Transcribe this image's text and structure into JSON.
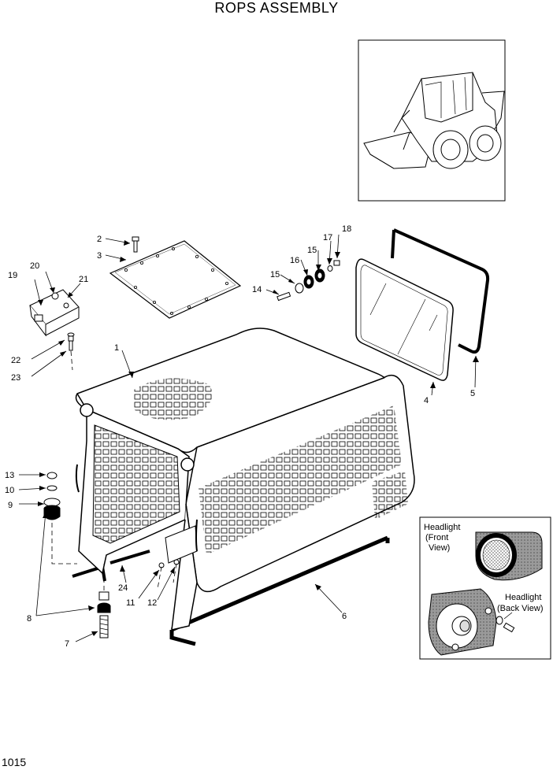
{
  "title": "ROPS ASSEMBLY",
  "page_number": "1015",
  "callouts": {
    "c1": "1",
    "c2": "2",
    "c3": "3",
    "c4": "4",
    "c5": "5",
    "c6": "6",
    "c7": "7",
    "c8": "8",
    "c9": "9",
    "c10": "10",
    "c11": "11",
    "c12": "12",
    "c13": "13",
    "c14": "14",
    "c15a": "15",
    "c15b": "15",
    "c16": "16",
    "c17": "17",
    "c18": "18",
    "c19": "19",
    "c20": "20",
    "c21": "21",
    "c22": "22",
    "c23": "23",
    "c24": "24"
  },
  "inset": {
    "front_line1": "Headlight",
    "front_line2": "(Front",
    "front_line3": "View)",
    "back_line1": "Headlight",
    "back_line2": "(Back View)"
  }
}
